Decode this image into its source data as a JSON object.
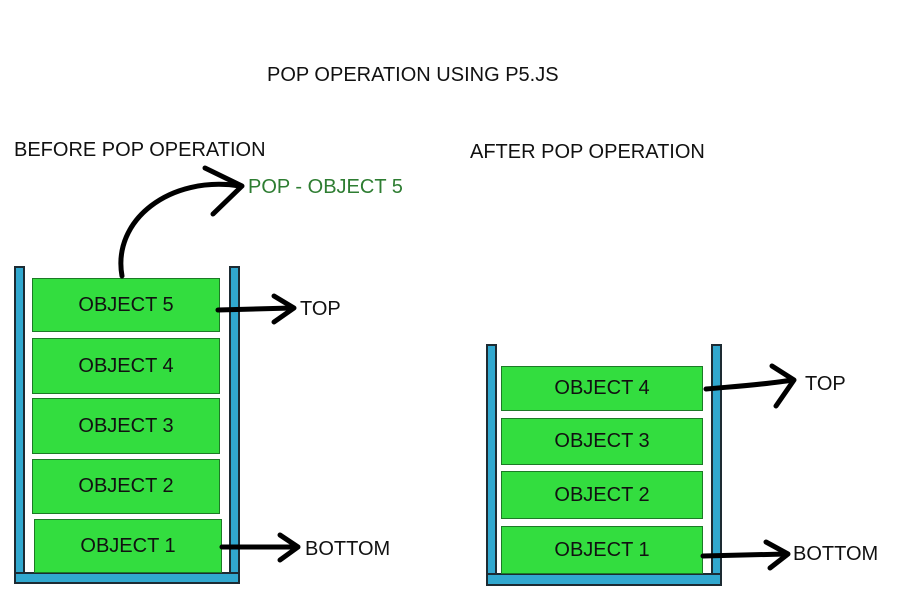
{
  "title": "POP OPERATION USING P5.JS",
  "before": {
    "label": "BEFORE POP OPERATION",
    "popped_label": "POP - OBJECT 5",
    "objects": [
      "OBJECT 5",
      "OBJECT 4",
      "OBJECT 3",
      "OBJECT 2",
      "OBJECT 1"
    ],
    "top_label": "TOP",
    "bottom_label": "BOTTOM"
  },
  "after": {
    "label": "AFTER POP OPERATION",
    "objects": [
      "OBJECT 4",
      "OBJECT 3",
      "OBJECT 2",
      "OBJECT 1"
    ],
    "top_label": "TOP",
    "bottom_label": "BOTTOM"
  },
  "colors": {
    "object_fill": "#33dd3f",
    "stack_frame": "#31a8cf",
    "pop_label": "#2e7d32"
  }
}
